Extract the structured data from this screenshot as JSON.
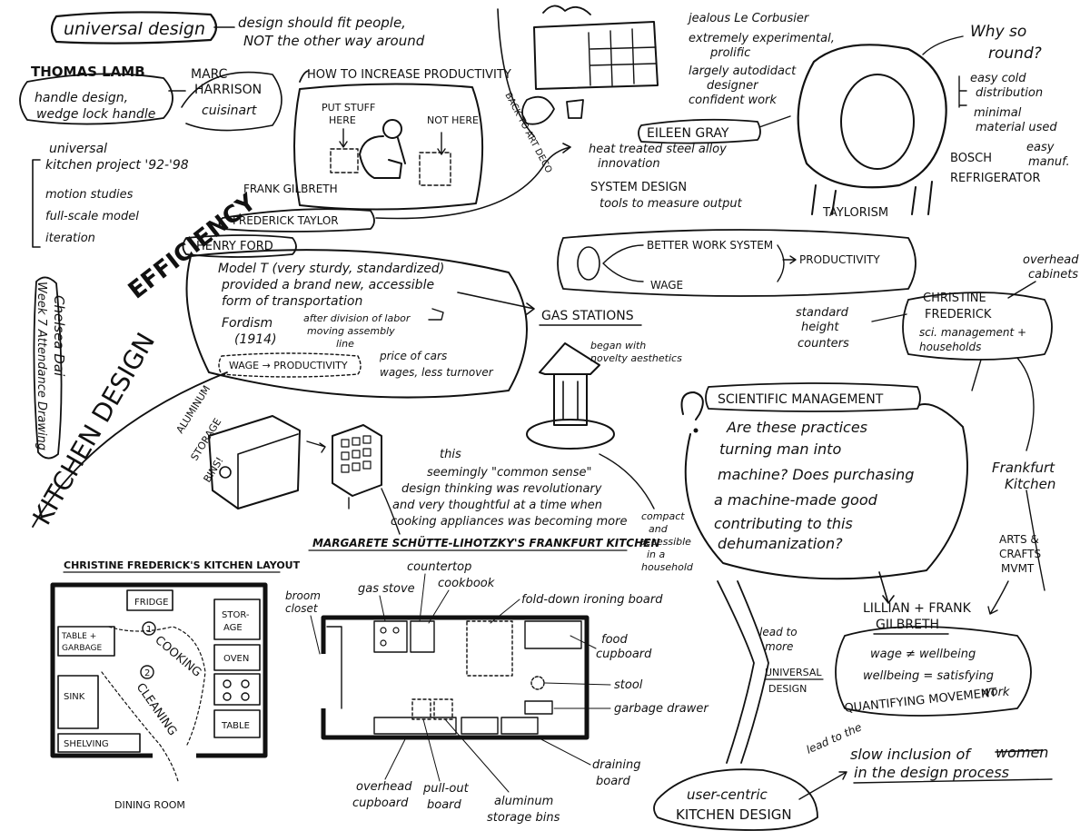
{
  "universal": {
    "title": "universal design",
    "note1": "design should fit people,",
    "note2": "NOT the other way around"
  },
  "lamb": {
    "name": "THOMAS LAMB",
    "line1": "handle design,",
    "line2": "wedge lock handle"
  },
  "harrison": {
    "name1": "MARC",
    "name2": "HARRISON",
    "item": "cuisinart"
  },
  "productivity": {
    "title": "HOW TO INCREASE PRODUCTIVITY",
    "put1": "PUT STUFF",
    "put2": "HERE",
    "not_here": "NOT HERE"
  },
  "kitchen_project": {
    "title1": "universal",
    "title2": "kitchen project '92-'98",
    "items": [
      "motion studies",
      "full-scale model",
      "iteration"
    ]
  },
  "names": {
    "frank_gilbreth": "FRANK GILBRETH",
    "frederick_taylor": "FREDERICK TAYLOR",
    "henry_ford": "HENRY FORD"
  },
  "efficiency": "EFFICIENCY",
  "author": {
    "line1": "Chelsea Dai",
    "line2": "Week 7 Attendance Drawing"
  },
  "ford": {
    "model1": "Model T (very sturdy, standardized)",
    "model2": "provided a brand new, accessible",
    "model3": "form of transportation",
    "fordism1": "Fordism",
    "fordism2": "(1914)",
    "division1": "after division of labor",
    "division2": "moving assembly",
    "division3": "line",
    "wage_prod": "WAGE → PRODUCTIVITY",
    "price": "price of cars",
    "wages": "wages, less turnover"
  },
  "gas": {
    "title": "GAS STATIONS",
    "note1": "began with",
    "note2": "novelty aesthetics"
  },
  "gray": {
    "notes": [
      "jealous Le Corbusier",
      "extremely experimental,",
      "prolific",
      "largely autodidact",
      "designer",
      "confident work"
    ],
    "name": "EILEEN GRAY",
    "back_to_art_deco": "BACK TO ART DECO",
    "heat1": "heat treated steel alloy",
    "heat2": "innovation",
    "system": "SYSTEM DESIGN",
    "tools": "tools to measure output"
  },
  "fridge": {
    "why1": "Why so",
    "why2": "round?",
    "cold1": "easy cold",
    "cold2": "distribution",
    "material1": "minimal",
    "material2": "material used",
    "manuf1": "easy",
    "manuf2": "manuf.",
    "bosch1": "BOSCH",
    "bosch2": "REFRIGERATOR"
  },
  "taylorism": {
    "title": "TAYLORISM",
    "better": "BETTER WORK SYSTEM",
    "productivity": "PRODUCTIVITY",
    "wage": "WAGE"
  },
  "christine": {
    "overhead1": "overhead",
    "overhead2": "cabinets",
    "name1": "CHRISTINE",
    "name2": "FREDERICK",
    "desc1": "sci. management +",
    "desc2": "households",
    "standard1": "standard",
    "standard2": "height",
    "standard3": "counters"
  },
  "kitchen_design": "KITCHEN DESIGN",
  "bins": {
    "line1": "ALUMINUM",
    "line2": "STORAGE",
    "line3": "BINS!"
  },
  "common_sense": {
    "lines": [
      "this",
      "seemingly \"common sense\"",
      "design thinking was revolutionary",
      "and very thoughtful at a time when",
      "cooking appliances was becoming more"
    ],
    "side": [
      "compact",
      "and",
      "accessible",
      "in a",
      "household"
    ]
  },
  "scientific": {
    "title": "SCIENTIFIC MANAGEMENT",
    "q": [
      "Are these practices",
      "turning man into",
      "machine? Does purchasing",
      "a machine-made good",
      "contributing to this",
      "dehumanization?"
    ]
  },
  "frankfurt_label": {
    "line1": "Frankfurt",
    "line2": "Kitchen"
  },
  "arts": {
    "line1": "ARTS &",
    "line2": "CRAFTS",
    "line3": "MVMT"
  },
  "lillian": {
    "name1": "LILLIAN + FRANK",
    "name2": "GILBRETH",
    "wage": "wage ≠ wellbeing",
    "wellbeing1": "wellbeing = satisfying",
    "wellbeing2": "work",
    "quant": "QUANTIFYING MOVEMENT"
  },
  "lead_universal": {
    "line1": "lead to",
    "line2": "more",
    "line3": "UNIVERSAL",
    "line4": "DESIGN"
  },
  "women": {
    "lead": "lead to the",
    "slow": "slow inclusion of",
    "crossed": "women",
    "process": "in the design process"
  },
  "user_centric": {
    "line1": "user-centric",
    "line2": "KITCHEN DESIGN"
  },
  "layout": {
    "title": "CHRISTINE FREDERICK'S KITCHEN LAYOUT",
    "fridge": "FRIDGE",
    "table_garbage1": "TABLE +",
    "table_garbage2": "GARBAGE",
    "storage1": "STOR-",
    "storage2": "AGE",
    "oven": "OVEN",
    "sink": "SINK",
    "table": "TABLE",
    "shelving": "SHELVING",
    "cooking": "COOKING",
    "cooking_num": "1",
    "cleaning": "CLEANING",
    "cleaning_num": "2",
    "dining": "DINING ROOM"
  },
  "frankfurt": {
    "title": "MARGARETE SCHÜTTE-LIHOTZKY'S FRANKFURT KITCHEN",
    "broom1": "broom",
    "broom2": "closet",
    "gas_stove": "gas stove",
    "countertop": "countertop",
    "cookbook": "cookbook",
    "ironing": "fold-down ironing board",
    "food1": "food",
    "food2": "cupboard",
    "stool": "stool",
    "garbage": "garbage drawer",
    "draining1": "draining",
    "draining2": "board",
    "overhead1": "overhead",
    "overhead2": "cupboard",
    "pullout1": "pull-out",
    "pullout2": "board",
    "aluminum1": "aluminum",
    "aluminum2": "storage bins"
  }
}
